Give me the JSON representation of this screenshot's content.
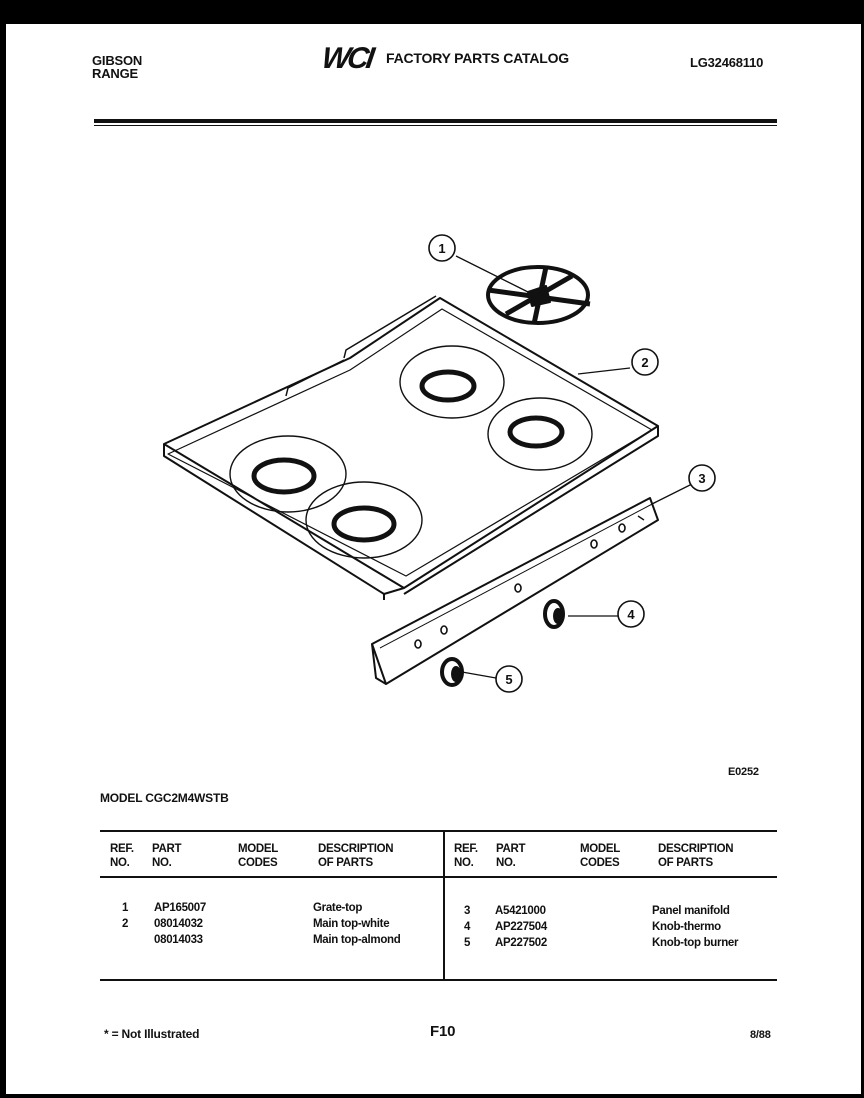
{
  "header": {
    "brand_line1": "GIBSON",
    "brand_line2": "RANGE",
    "logo": "WCI",
    "catalog_title": "FACTORY PARTS CATALOG",
    "catalog_number": "LG32468110"
  },
  "diagram": {
    "figure_code": "E0252",
    "callouts": [
      "1",
      "2",
      "3",
      "4",
      "5"
    ]
  },
  "model_line": "MODEL CGC2M4WSTB",
  "table": {
    "headers": {
      "ref": [
        "REF.",
        "NO."
      ],
      "part": [
        "PART",
        "NO."
      ],
      "model": [
        "MODEL",
        "CODES"
      ],
      "desc": [
        "DESCRIPTION",
        "OF PARTS"
      ]
    },
    "left_rows": [
      {
        "ref": "1",
        "part": "AP165007",
        "model": "",
        "desc": "Grate-top"
      },
      {
        "ref": "2",
        "part": "08014032",
        "model": "",
        "desc": "Main top-white"
      },
      {
        "ref": "",
        "part": "08014033",
        "model": "",
        "desc": "Main top-almond"
      }
    ],
    "right_rows": [
      {
        "ref": "3",
        "part": "A5421000",
        "model": "",
        "desc": "Panel manifold"
      },
      {
        "ref": "4",
        "part": "AP227504",
        "model": "",
        "desc": "Knob-thermo"
      },
      {
        "ref": "5",
        "part": "AP227502",
        "model": "",
        "desc": "Knob-top burner"
      }
    ]
  },
  "footer": {
    "note": "* = Not Illustrated",
    "page_number": "F10",
    "date": "8/88"
  }
}
